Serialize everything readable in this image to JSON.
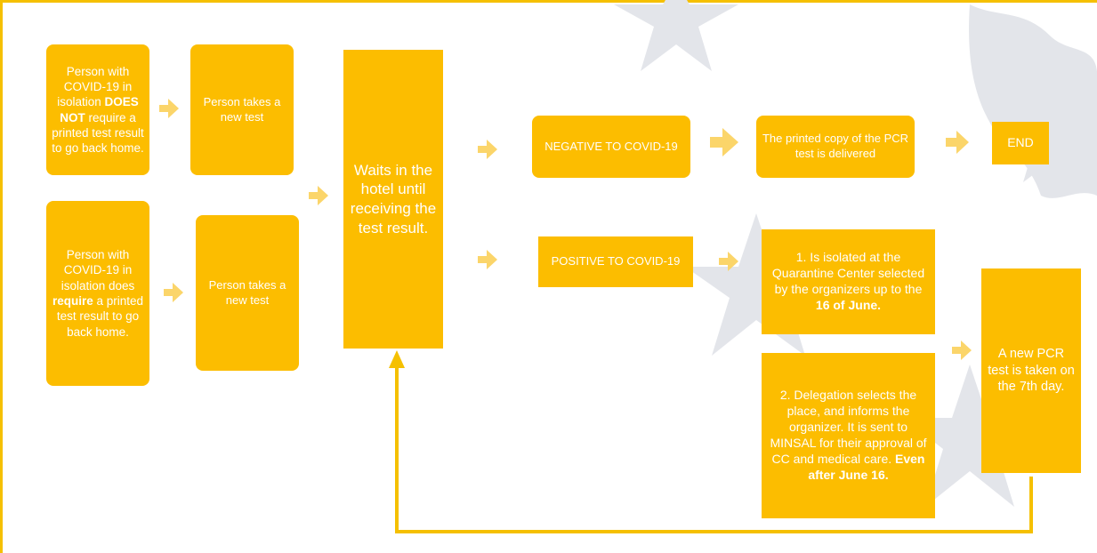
{
  "colors": {
    "box_fill": "#fcbd00",
    "box_text": "#ffffff",
    "arrow_fill": "#fbd56a",
    "frame": "#f5c000",
    "feedback_line": "#f5c000",
    "background_art": "#e3e5ea"
  },
  "nodes": {
    "case_not_require": {
      "before": "Person with COVID-19 in isolation ",
      "bold1": "DOES NOT",
      "after": " require a printed test result to go back home."
    },
    "new_test_top": {
      "text": "Person takes a new test"
    },
    "case_require": {
      "before": "Person with COVID-19 in isolation does ",
      "bold1": "require",
      "after": " a printed test result to go back home."
    },
    "new_test_bottom": {
      "text": "Person takes a new test"
    },
    "wait_hotel": {
      "text": "Waits in the hotel until receiving the test result."
    },
    "negative": {
      "text": "NEGATIVE TO COVID-19"
    },
    "printed_copy": {
      "text": "The printed copy of the PCR test is delivered"
    },
    "end": {
      "text": "END"
    },
    "positive": {
      "text": "POSITIVE TO COVID-19"
    },
    "option1": {
      "before": "1. Is isolated at the Quarantine Center selected by the organizers up to the ",
      "bold1": "16 of June."
    },
    "option2": {
      "before": "2. Delegation selects the place, and informs the organizer. It is sent to MINSAL for their approval of CC and medical care. ",
      "bold1": "Even after June 16."
    },
    "new_pcr": {
      "text": "A new PCR test is taken on the 7th day."
    }
  },
  "icons": {
    "flow_arrow": "right-arrow-icon",
    "feedback_arrow": "up-arrow-icon"
  }
}
